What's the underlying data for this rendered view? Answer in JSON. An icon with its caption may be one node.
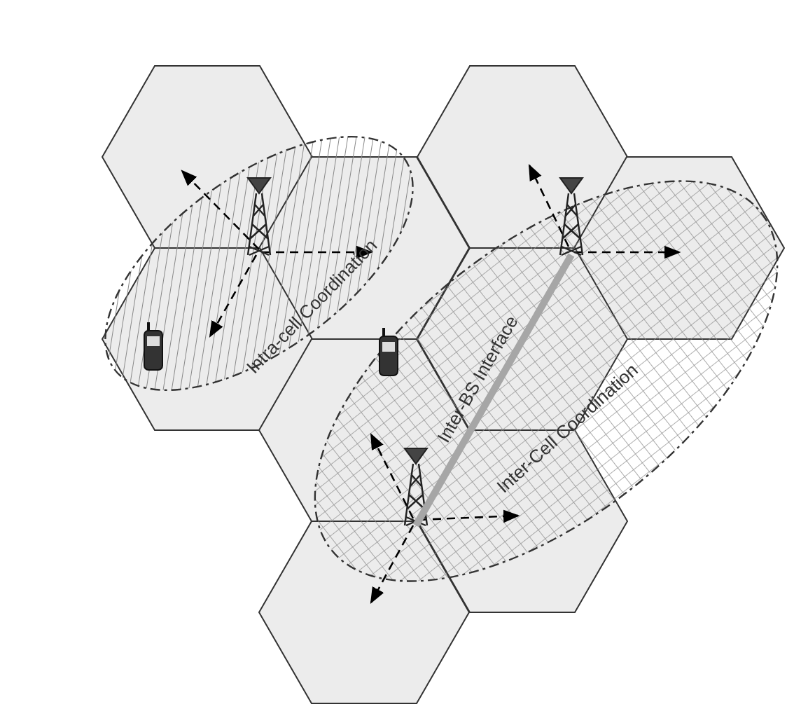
{
  "diagram": {
    "nodes": [
      {
        "text": [],
        "shape": "tower"
      },
      {
        "text": [],
        "shape": "tower"
      }
    ],
    "edges": [
      {
        "from": 1,
        "to": 0,
        "arrow": "none",
        "label": "Inter-BS Interface",
        "color": "#a6a6a6"
      }
    ],
    "labels": [
      "Intra-cell Coordination",
      "Inter-Cell Coordination"
    ]
  }
}
